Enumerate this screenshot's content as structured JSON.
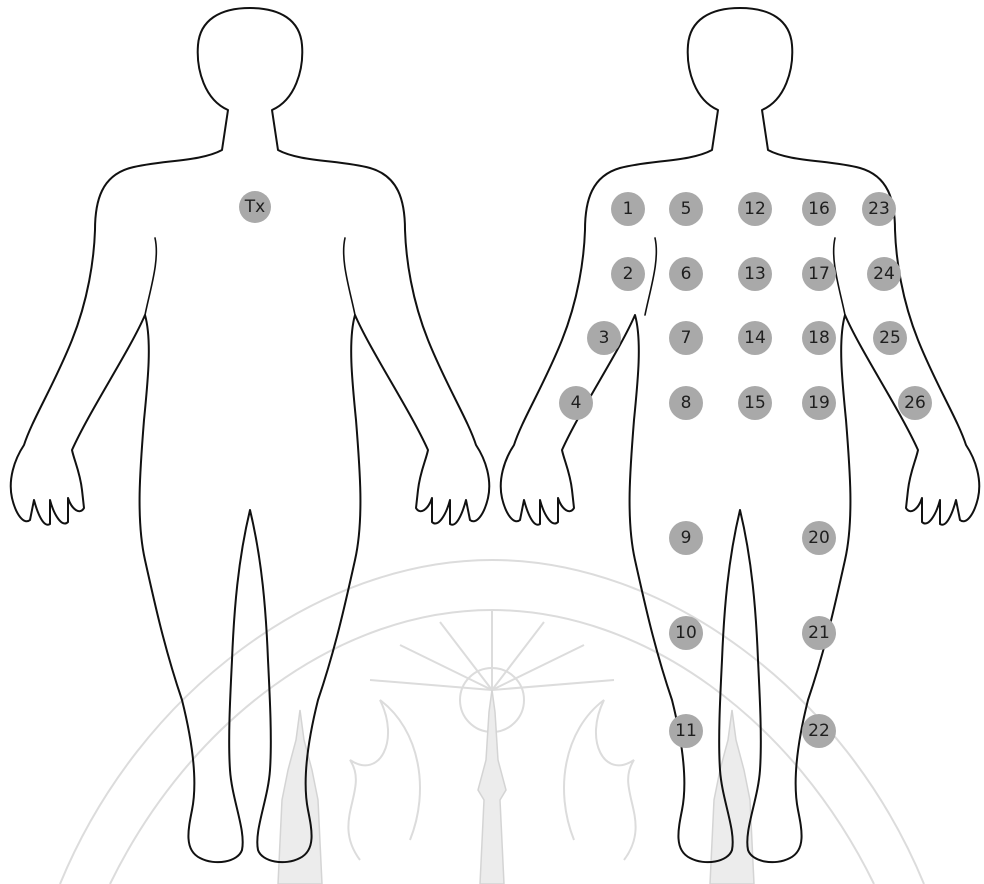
{
  "diagram": {
    "source_marker": {
      "label": "Tx"
    },
    "site_markers": [
      "1",
      "2",
      "3",
      "4",
      "5",
      "6",
      "7",
      "8",
      "9",
      "10",
      "11",
      "12",
      "13",
      "14",
      "15",
      "16",
      "17",
      "18",
      "19",
      "20",
      "21",
      "22",
      "23",
      "24",
      "25",
      "26"
    ]
  },
  "colors": {
    "outline": "#111111",
    "marker_fill": "#a9a9a9",
    "marker_text": "#1f1f1f",
    "watermark": "#dcdcdc"
  }
}
